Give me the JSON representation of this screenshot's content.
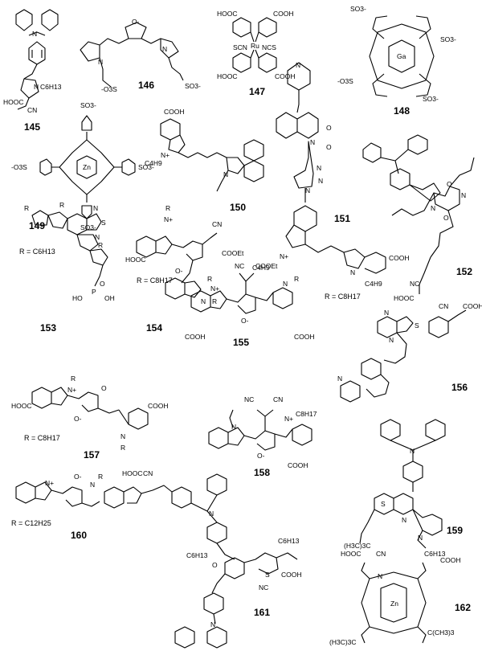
{
  "compounds": [
    {
      "id": "c145",
      "number": "145",
      "notes": [],
      "atoms": [
        "N",
        "N",
        "C6H13",
        "HOOC",
        "CN"
      ]
    },
    {
      "id": "c146",
      "number": "146",
      "notes": [],
      "atoms": [
        "O-",
        "N",
        "N",
        "-O3S",
        "SO3-"
      ]
    },
    {
      "id": "c147",
      "number": "147",
      "notes": [],
      "atoms": [
        "HOOC",
        "COOH",
        "SCN",
        "Ru",
        "NCS",
        "HOOC",
        "COOH"
      ]
    },
    {
      "id": "c148",
      "number": "148",
      "notes": [],
      "atoms": [
        "SO3-",
        "SO3-",
        "Ga",
        "-O3S",
        "SO3-"
      ]
    },
    {
      "id": "c149",
      "number": "149",
      "notes": [],
      "atoms": [
        "SO3-",
        "-O3S",
        "Zn",
        "SO3-",
        "SO3-"
      ]
    },
    {
      "id": "c150",
      "number": "150",
      "notes": [],
      "atoms": [
        "COOH",
        "N+",
        "C4H9",
        "N"
      ]
    },
    {
      "id": "c151",
      "number": "151",
      "notes": [],
      "atoms": [
        "N",
        "O",
        "O",
        "N",
        "N",
        "N",
        "N",
        "N+",
        "C4H9",
        "N",
        "C4H9",
        "COOH"
      ]
    },
    {
      "id": "c152",
      "number": "152",
      "notes": [],
      "atoms": [
        "O",
        "N",
        "N",
        "O",
        "NC",
        "HOOC"
      ]
    },
    {
      "id": "c153",
      "number": "153",
      "notes": [
        "R = C6H13"
      ],
      "atoms": [
        "R",
        "R",
        "N",
        "S",
        "N",
        "R",
        "HO",
        "OH",
        "P",
        "O"
      ]
    },
    {
      "id": "c154",
      "number": "154",
      "notes": [
        "R = C8H17"
      ],
      "atoms": [
        "R",
        "N+",
        "HOOC",
        "CN",
        "COOEt",
        "O-",
        "N",
        "R"
      ]
    },
    {
      "id": "c155",
      "number": "155",
      "notes": [
        "R = C8H17"
      ],
      "atoms": [
        "NC",
        "COOEt",
        "R",
        "N+",
        "N",
        "R",
        "O-",
        "COOH",
        "COOH"
      ]
    },
    {
      "id": "c156",
      "number": "156",
      "notes": [],
      "atoms": [
        "N",
        "S",
        "N",
        "CN",
        "COOH",
        "N"
      ]
    },
    {
      "id": "c157",
      "number": "157",
      "notes": [
        "R = C8H17"
      ],
      "atoms": [
        "R",
        "N+",
        "HOOC",
        "O",
        "O-",
        "COOH",
        "N",
        "R"
      ]
    },
    {
      "id": "c158",
      "number": "158",
      "notes": [],
      "atoms": [
        "NC",
        "CN",
        "N",
        "N+",
        "C8H17",
        "O-",
        "COOH"
      ]
    },
    {
      "id": "c159",
      "number": "159",
      "notes": [],
      "atoms": [
        "N",
        "S",
        "N",
        "N",
        "HOOC",
        "CN",
        "C6H13"
      ]
    },
    {
      "id": "c160",
      "number": "160",
      "notes": [
        "R = C12H25"
      ],
      "atoms": [
        "N+",
        "O-",
        "N",
        "R",
        "HOOC",
        "CN"
      ]
    },
    {
      "id": "c161",
      "number": "161",
      "notes": [],
      "atoms": [
        "N",
        "C6H13",
        "O",
        "C6H13",
        "S",
        "NC",
        "COOH",
        "N"
      ]
    },
    {
      "id": "c162",
      "number": "162",
      "notes": [],
      "atoms": [
        "(H3C)3C",
        "COOH",
        "N",
        "Zn",
        "(H3C)3C",
        "C(CH3)3"
      ]
    }
  ]
}
